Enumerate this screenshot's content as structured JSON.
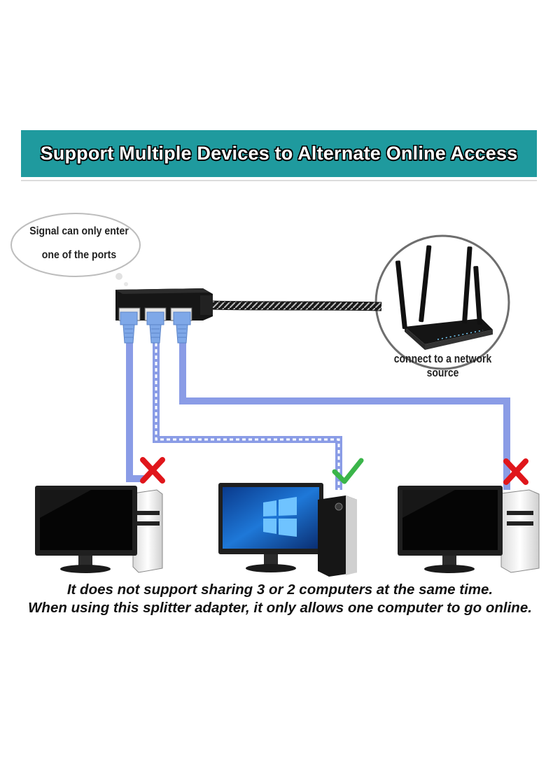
{
  "banner": {
    "title": "Support Multiple Devices to Alternate Online Access"
  },
  "callout": {
    "line1": "Signal can only enter",
    "line2": "one of the ports"
  },
  "router": {
    "label": "connect to a network source"
  },
  "computers": [
    {
      "name": "left computer",
      "status": "not-connected",
      "status_icon": "red-x-icon",
      "screen": "black"
    },
    {
      "name": "middle computer",
      "status": "online",
      "status_icon": "green-check-icon",
      "screen": "windows"
    },
    {
      "name": "right computer",
      "status": "not-connected",
      "status_icon": "red-x-icon",
      "screen": "black"
    }
  ],
  "caption": {
    "line1": "It does not support sharing 3 or 2 computers at the same time.",
    "line2": "When using this splitter adapter, it only allows one computer to go online."
  },
  "colors": {
    "banner": "#1f9a9e",
    "cable": "#8a9ce6",
    "connector": "#7fa8e8",
    "red_x": "#e0161b",
    "green_check": "#3bb54a"
  }
}
